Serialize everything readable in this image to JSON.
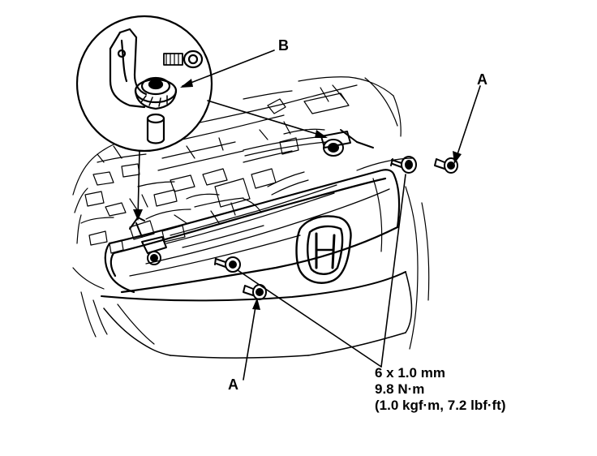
{
  "labels": {
    "b": "B",
    "a_right": "A",
    "a_left": "A"
  },
  "spec": {
    "line1": "6 x 1.0 mm",
    "line2": "9.8 N·m",
    "line3": "(1.0 kgf·m, 7.2 lbf·ft)"
  }
}
